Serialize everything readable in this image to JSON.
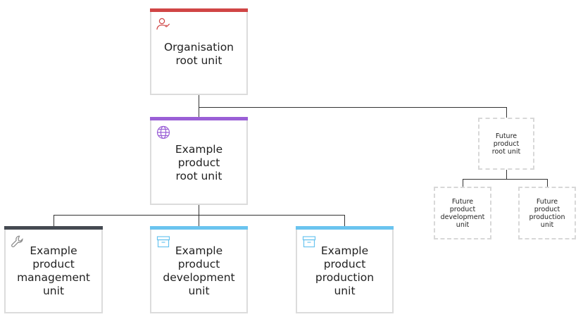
{
  "colors": {
    "organisation": "#d04545",
    "product_root": "#9a5fd6",
    "management": "#454a52",
    "development": "#6ac4ef",
    "production": "#6ac4ef",
    "connector": "#333333",
    "dashed": "#d8d8d8"
  },
  "nodes": {
    "organisation_root": {
      "label": "Organisation\nroot unit",
      "icon": "user-check-icon"
    },
    "product_root": {
      "label": "Example\nproduct\nroot unit",
      "icon": "globe-icon"
    },
    "management": {
      "label": "Example\nproduct\nmanagement\nunit",
      "icon": "wrench-icon"
    },
    "development": {
      "label": "Example\nproduct\ndevelopment\nunit",
      "icon": "archive-box-icon"
    },
    "production": {
      "label": "Example\nproduct\nproduction\nunit",
      "icon": "archive-box-icon"
    },
    "future_root": {
      "label": "Future\nproduct\nroot unit"
    },
    "future_development": {
      "label": "Future\nproduct\ndevelopment\nunit"
    },
    "future_production": {
      "label": "Future\nproduct\nproduction\nunit"
    }
  }
}
